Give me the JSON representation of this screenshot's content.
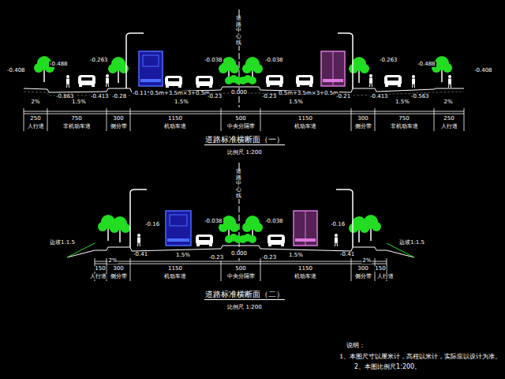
{
  "diagram": {
    "labels": [
      "-0.408",
      "-0.488",
      "-0.263",
      "-0.038",
      "-0.038",
      "-0.263",
      "-0.488",
      "-0.408",
      "-0.863",
      "-0.413",
      "-0.28",
      "-0.11",
      "0.5m+3.5m×3+0.5m",
      "-0.23",
      "0.000",
      "-0.23",
      "0.5m+3.5m×3+0.5m",
      "-0.21",
      "-0.413",
      "-0.563",
      "2%",
      "1.5%",
      "1.5%",
      "1.5%",
      "1.5%",
      "2%",
      "250",
      "750",
      "300",
      "1150",
      "500",
      "1150",
      "300",
      "750",
      "250",
      "人行道",
      "非机动车道",
      "侧分带",
      "机动车道",
      "中央分隔带",
      "机动车道",
      "侧分带",
      "非机动车道",
      "人行道",
      "道路中心线",
      "道路标准横断面（一）",
      "比例尺 1:200",
      "-0.16",
      "-0.41",
      "1.5%",
      "-0.038",
      "-0.038",
      "-0.23",
      "0.000",
      "-0.23",
      "1.5%",
      "-0.16",
      "-0.41",
      "2%",
      "2%",
      "边坡1:1.5",
      "边坡1:1.5",
      "150",
      "300",
      "1150",
      "500",
      "1150",
      "300",
      "150",
      "人行道",
      "侧分带",
      "机动车道",
      "中央分隔带",
      "机动车道",
      "侧分带",
      "人行道",
      "道路中心线",
      "道路标准横断面（二）",
      "比例尺 1:200",
      "说明：",
      "1、本图尺寸以厘米计，高程以米计，实际应以设计为准。",
      "2、本图比例尺1:200。"
    ]
  }
}
